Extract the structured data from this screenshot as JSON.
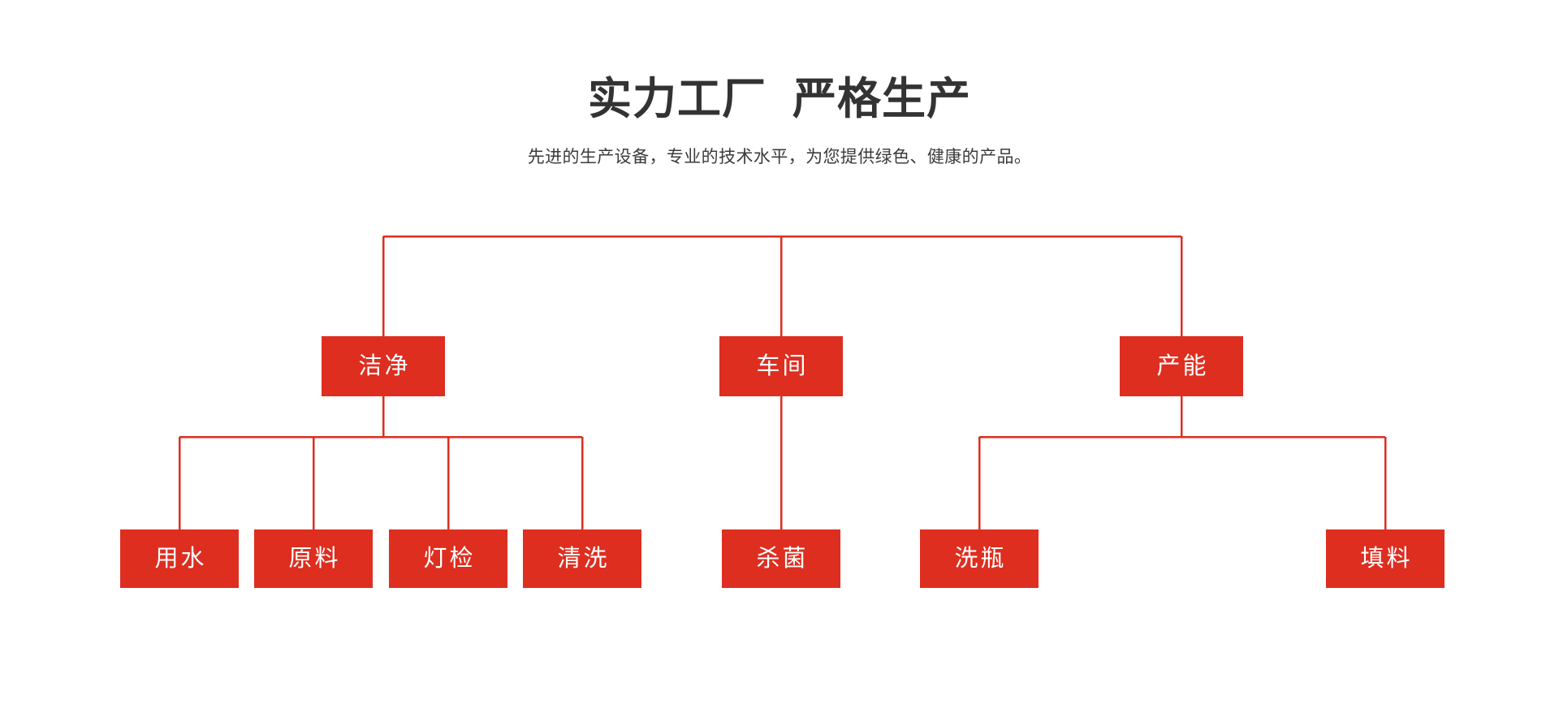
{
  "header": {
    "title": "实力工厂  严格生产",
    "subtitle": "先进的生产设备，专业的技术水平，为您提供绿色、健康的产品。"
  },
  "theme": {
    "accent_red": "#dd2e20",
    "title_color": "#333333",
    "subtitle_color": "#3b3b3b",
    "background": "#ffffff",
    "node_text_color": "#ffffff"
  },
  "diagram": {
    "type": "tree",
    "orientation": "top-down",
    "levels": [
      {
        "level": 1,
        "nodes": [
          {
            "id": "jiejing",
            "label": "洁净"
          },
          {
            "id": "chejian",
            "label": "车间"
          },
          {
            "id": "chaneng",
            "label": "产能"
          }
        ]
      },
      {
        "level": 2,
        "nodes": [
          {
            "id": "yongshui",
            "label": "用水",
            "parent": "jiejing"
          },
          {
            "id": "yuanliao",
            "label": "原料",
            "parent": "jiejing"
          },
          {
            "id": "dengjian",
            "label": "灯检",
            "parent": "jiejing"
          },
          {
            "id": "qingxi",
            "label": "清洗",
            "parent": "jiejing"
          },
          {
            "id": "shajun",
            "label": "杀菌",
            "parent": "chejian"
          },
          {
            "id": "xiping",
            "label": "洗瓶",
            "parent": "chaneng"
          },
          {
            "id": "tianliao",
            "label": "填料",
            "parent": "chaneng"
          }
        ]
      }
    ]
  }
}
